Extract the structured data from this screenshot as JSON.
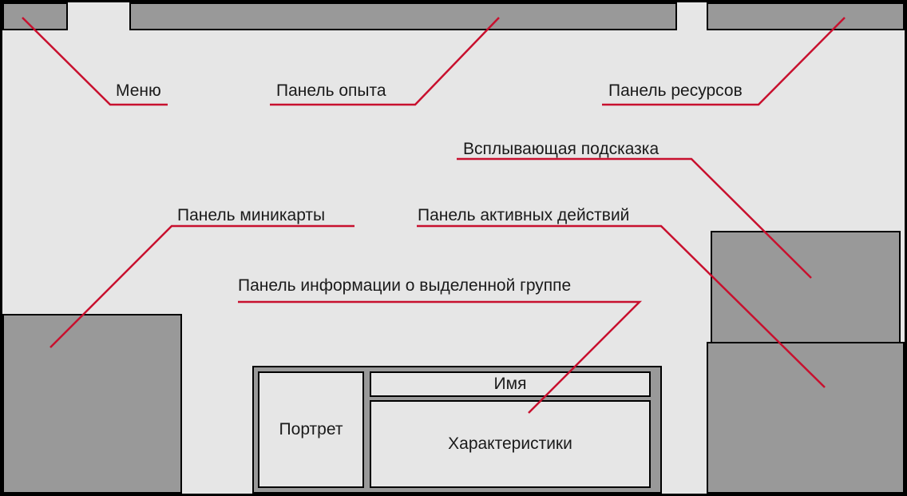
{
  "labels": {
    "menu": "Меню",
    "experience_bar": "Панель опыта",
    "resources_bar": "Панель ресурсов",
    "tooltip": "Всплывающая подсказка",
    "minimap_panel": "Панель миникарты",
    "actions_panel": "Панель активных действий",
    "selection_info_panel": "Панель информации о выделенной группе"
  },
  "info_panel": {
    "portrait": "Портрет",
    "name": "Имя",
    "stats": "Характеристики"
  },
  "colors": {
    "background": "#e6e6e6",
    "panel": "#999999",
    "border": "#000000",
    "callout_line": "#c8102e"
  }
}
